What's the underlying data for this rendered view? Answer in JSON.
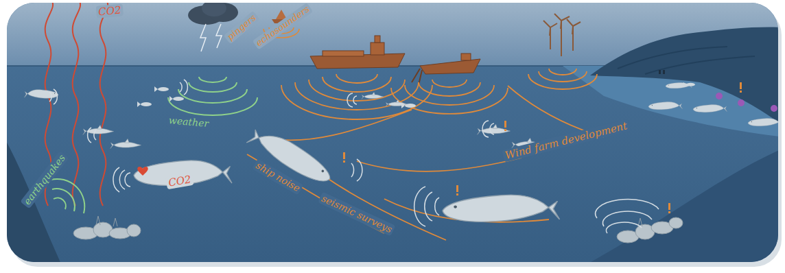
{
  "diagram": {
    "labels": [
      "CO2",
      "pingers",
      "echosounders",
      "weather",
      "Wind farm development",
      "CO2",
      "earthquakes",
      "ship noise",
      "seismic surveys"
    ]
  }
}
